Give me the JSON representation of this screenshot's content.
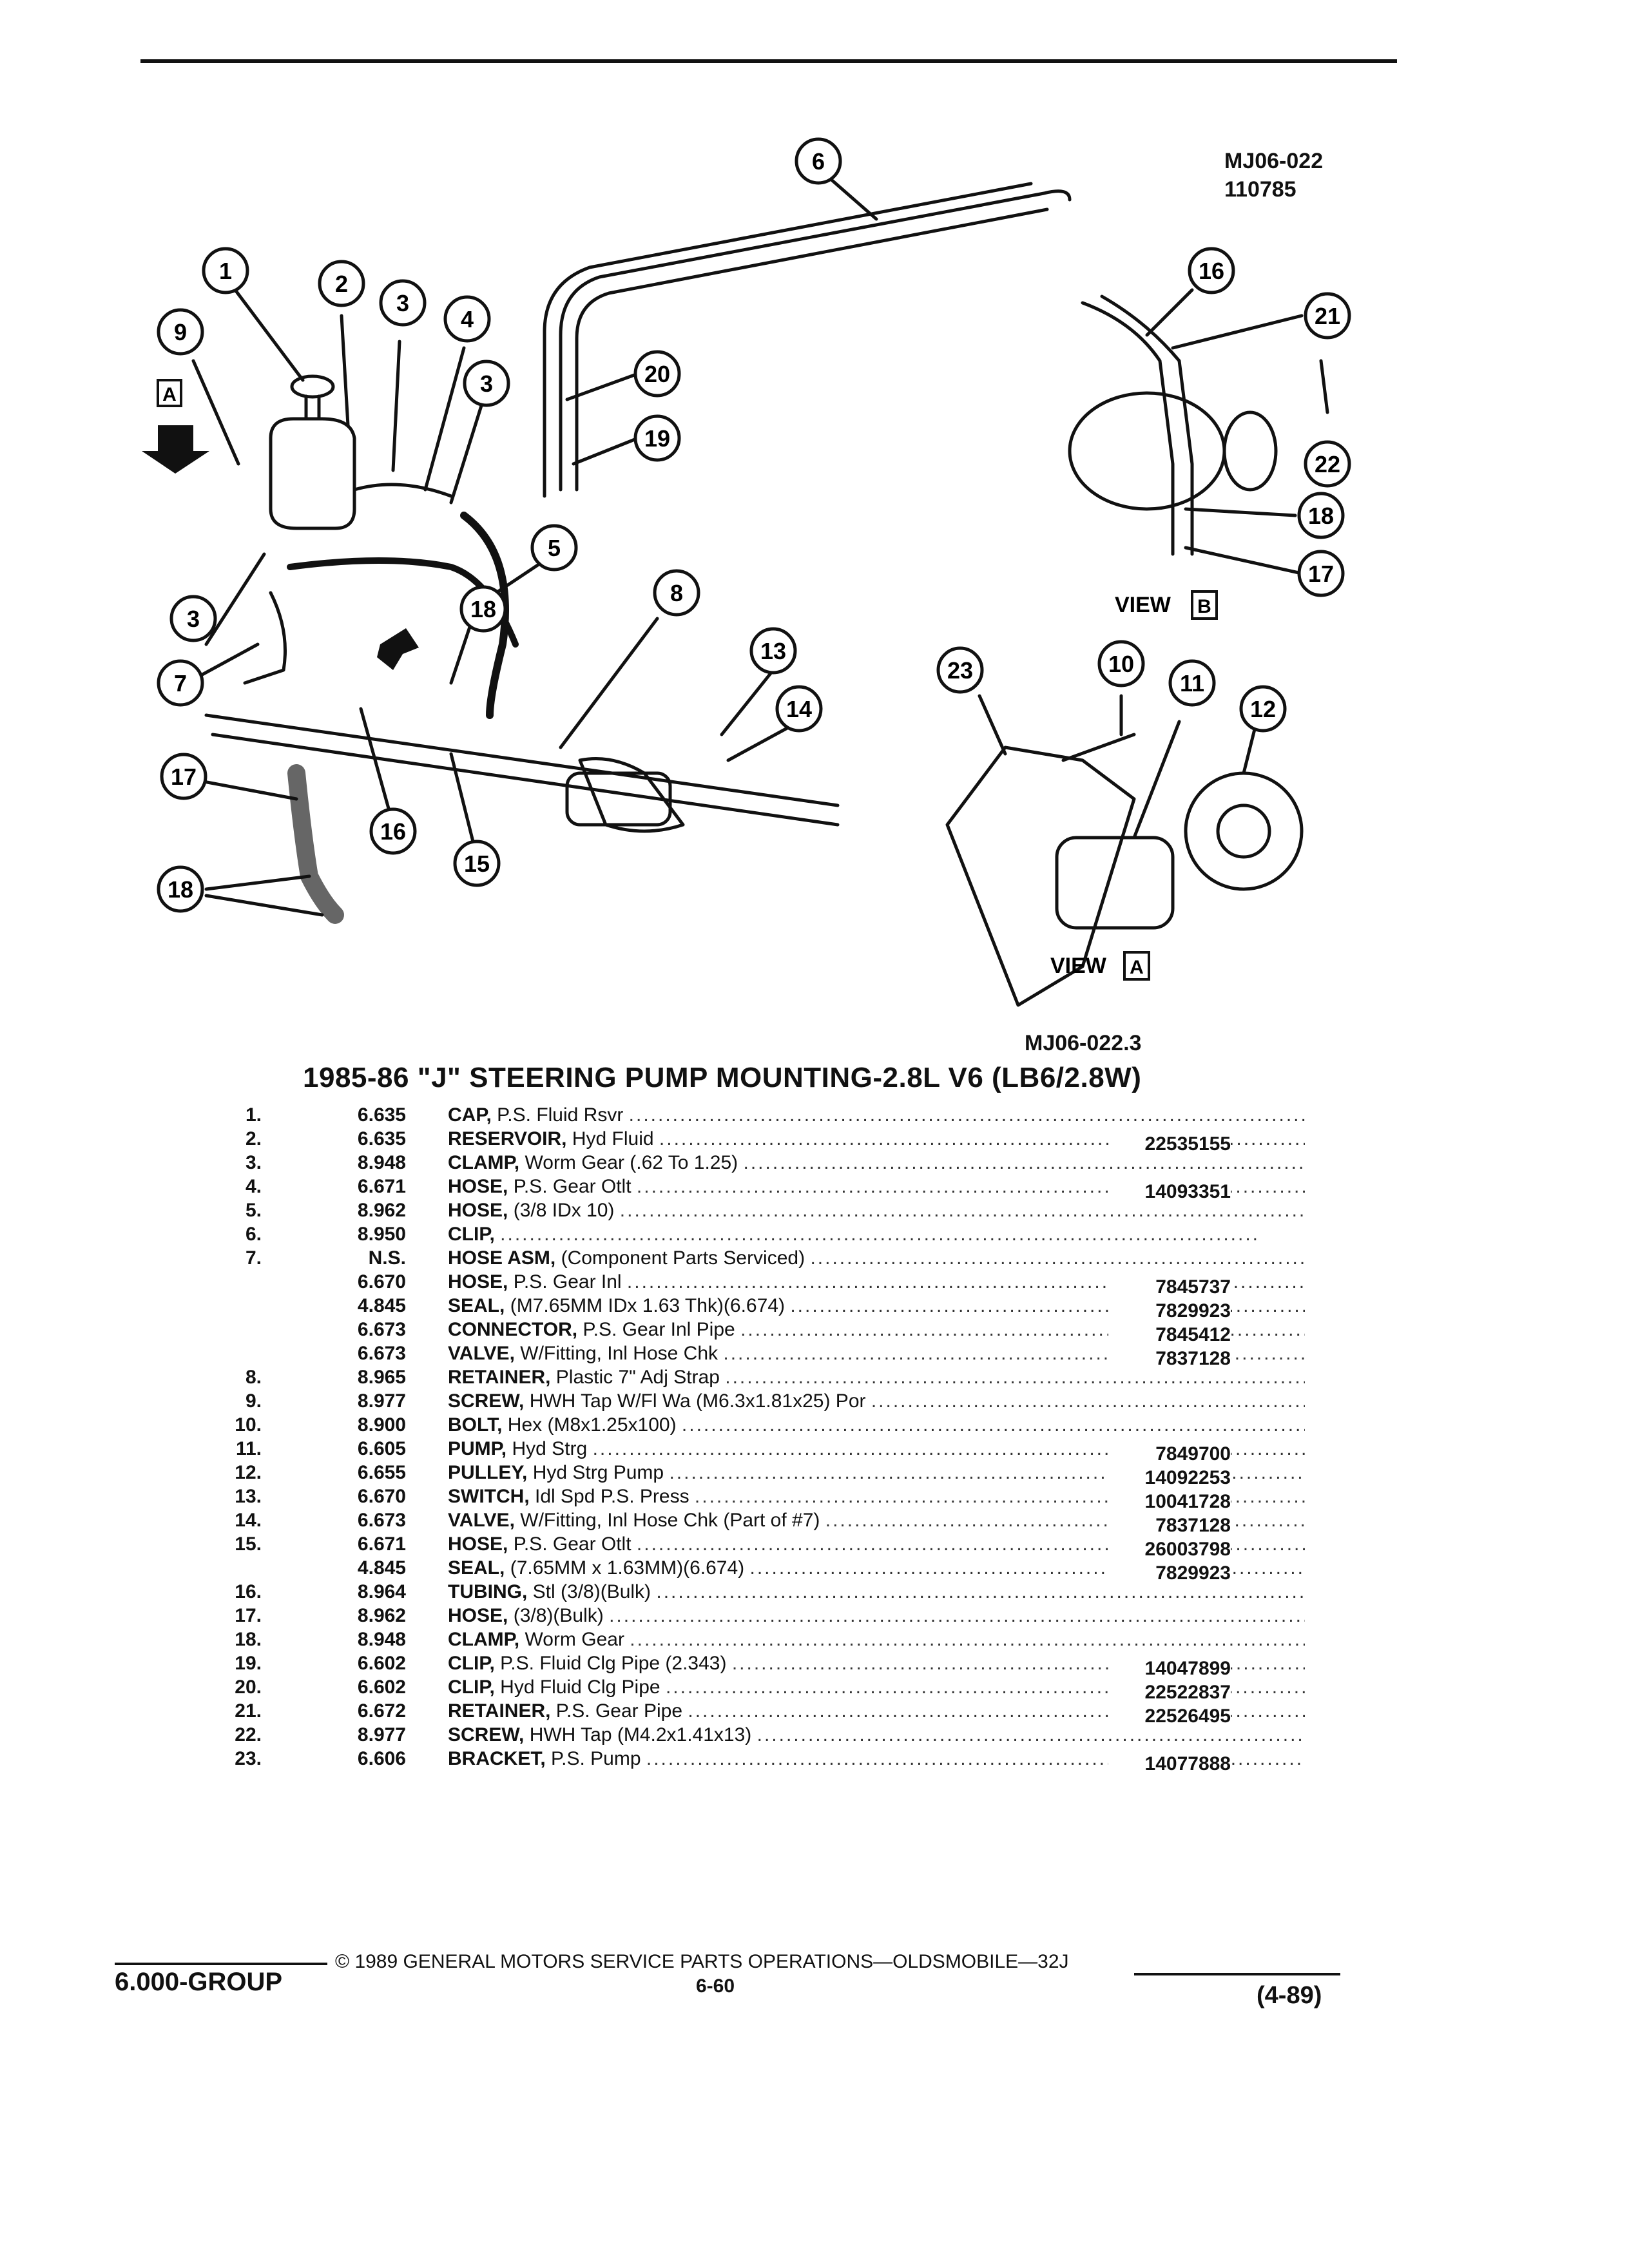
{
  "figure": {
    "id_top": "MJ06-022",
    "id_sub": "110785",
    "caption": "MJ06-022.3",
    "view_a_label": "VIEW",
    "view_b_label": "VIEW",
    "view_a_letter": "A",
    "view_b_letter": "B",
    "callouts": [
      "1",
      "2",
      "3",
      "4",
      "3",
      "9",
      "3",
      "5",
      "7",
      "6",
      "20",
      "19",
      "18",
      "8",
      "13",
      "14",
      "16",
      "15",
      "17",
      "18",
      "16",
      "21",
      "22",
      "18",
      "17",
      "10",
      "11",
      "12",
      "23"
    ]
  },
  "title": "1985-86 \"J\" STEERING PUMP MOUNTING-2.8L V6 (LB6/2.8W)",
  "parts": [
    {
      "no": "1.",
      "group": "6.635",
      "name": "CAP,",
      "desc": "P.S. Fluid Rsvr",
      "part": ""
    },
    {
      "no": "2.",
      "group": "6.635",
      "name": "RESERVOIR,",
      "desc": "Hyd Fluid",
      "part": "22535155"
    },
    {
      "no": "3.",
      "group": "8.948",
      "name": "CLAMP,",
      "desc": "Worm Gear (.62 To 1.25)",
      "part": ""
    },
    {
      "no": "4.",
      "group": "6.671",
      "name": "HOSE,",
      "desc": "P.S. Gear Otlt",
      "part": "14093351"
    },
    {
      "no": "5.",
      "group": "8.962",
      "name": "HOSE,",
      "desc": "(3/8 IDx 10)",
      "part": ""
    },
    {
      "no": "6.",
      "group": "8.950",
      "name": "CLIP,",
      "desc": "",
      "part": ""
    },
    {
      "no": "7.",
      "group": "N.S.",
      "name": "HOSE ASM,",
      "desc": "(Component Parts Serviced)",
      "part": ""
    },
    {
      "no": "",
      "group": "6.670",
      "name": "HOSE,",
      "desc": "P.S. Gear Inl",
      "part": "7845737"
    },
    {
      "no": "",
      "group": "4.845",
      "name": "SEAL,",
      "desc": "(M7.65MM IDx 1.63 Thk)(6.674)",
      "part": "7829923"
    },
    {
      "no": "",
      "group": "6.673",
      "name": "CONNECTOR,",
      "desc": "P.S. Gear Inl Pipe",
      "part": "7845412"
    },
    {
      "no": "",
      "group": "6.673",
      "name": "VALVE,",
      "desc": "W/Fitting, Inl Hose Chk",
      "part": "7837128"
    },
    {
      "no": "8.",
      "group": "8.965",
      "name": "RETAINER,",
      "desc": "Plastic 7\" Adj Strap",
      "part": ""
    },
    {
      "no": "9.",
      "group": "8.977",
      "name": "SCREW,",
      "desc": "HWH Tap W/Fl Wa (M6.3x1.81x25) Por",
      "part": ""
    },
    {
      "no": "10.",
      "group": "8.900",
      "name": "BOLT,",
      "desc": "Hex (M8x1.25x100)",
      "part": ""
    },
    {
      "no": "11.",
      "group": "6.605",
      "name": "PUMP,",
      "desc": "Hyd Strg",
      "part": "7849700"
    },
    {
      "no": "12.",
      "group": "6.655",
      "name": "PULLEY,",
      "desc": "Hyd Strg Pump",
      "part": "14092253"
    },
    {
      "no": "13.",
      "group": "6.670",
      "name": "SWITCH,",
      "desc": "Idl Spd P.S. Press",
      "part": "10041728"
    },
    {
      "no": "14.",
      "group": "6.673",
      "name": "VALVE,",
      "desc": "W/Fitting, Inl Hose Chk (Part of #7)",
      "part": "7837128"
    },
    {
      "no": "15.",
      "group": "6.671",
      "name": "HOSE,",
      "desc": "P.S. Gear Otlt",
      "part": "26003798"
    },
    {
      "no": "",
      "group": "4.845",
      "name": "SEAL,",
      "desc": "(7.65MM x 1.63MM)(6.674)",
      "part": "7829923"
    },
    {
      "no": "16.",
      "group": "8.964",
      "name": "TUBING,",
      "desc": "Stl (3/8)(Bulk)",
      "part": ""
    },
    {
      "no": "17.",
      "group": "8.962",
      "name": "HOSE,",
      "desc": "(3/8)(Bulk)",
      "part": ""
    },
    {
      "no": "18.",
      "group": "8.948",
      "name": "CLAMP,",
      "desc": "Worm Gear",
      "part": ""
    },
    {
      "no": "19.",
      "group": "6.602",
      "name": "CLIP,",
      "desc": "P.S. Fluid Clg Pipe (2.343)",
      "part": "14047899"
    },
    {
      "no": "20.",
      "group": "6.602",
      "name": "CLIP,",
      "desc": "Hyd Fluid Clg Pipe",
      "part": "22522837"
    },
    {
      "no": "21.",
      "group": "6.672",
      "name": "RETAINER,",
      "desc": "P.S. Gear Pipe",
      "part": "22526495"
    },
    {
      "no": "22.",
      "group": "8.977",
      "name": "SCREW,",
      "desc": "HWH Tap (M4.2x1.41x13)",
      "part": ""
    },
    {
      "no": "23.",
      "group": "6.606",
      "name": "BRACKET,",
      "desc": "P.S. Pump",
      "part": "14077888"
    }
  ],
  "footer": {
    "group": "6.000-GROUP",
    "copyright": "© 1989 GENERAL MOTORS SERVICE PARTS OPERATIONS—OLDSMOBILE—32J",
    "page": "6-60",
    "date": "(4-89)"
  }
}
